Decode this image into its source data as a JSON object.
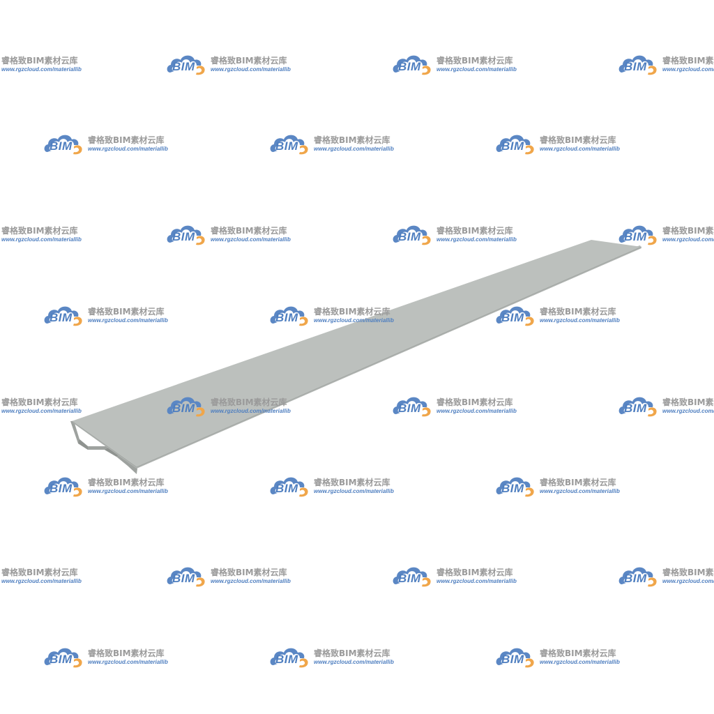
{
  "watermark": {
    "logo_text": "BIM",
    "title": "睿格致BIM素材云库",
    "url": "www.rgzcloud.com/materiallib",
    "colors": {
      "cloud_blue": "#5b87c4",
      "cloud_orange": "#f0a64a",
      "title_gray": "#9a9a9a"
    }
  },
  "model": {
    "subject": "extruded metal trim profile (3D BIM component)",
    "colors": {
      "top_face": "#bcc0bd",
      "side_face": "#a6aaa7",
      "inner_face": "#9a9e9b",
      "background": "#ffffff"
    }
  }
}
